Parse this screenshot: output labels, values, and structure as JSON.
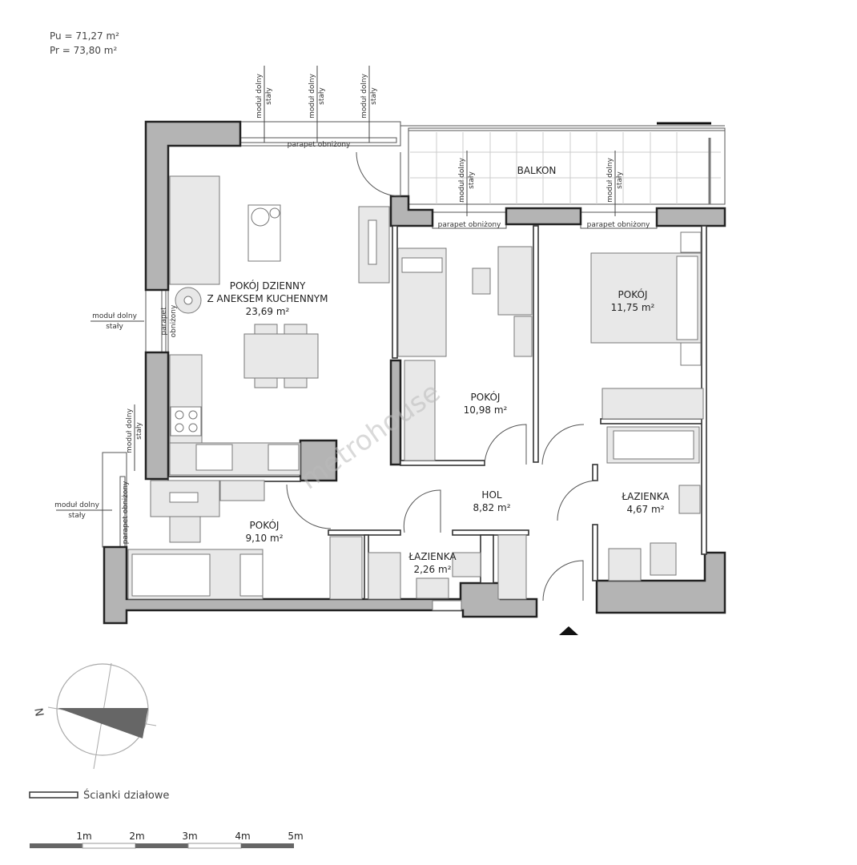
{
  "header": {
    "pu": "Pu = 71,27 m²",
    "pr": "Pr = 73,80 m²"
  },
  "rooms": {
    "living": {
      "name1": "POKÓJ DZIENNY",
      "name2": "Z ANEKSEM KUCHENNYM",
      "area": "23,69 m²"
    },
    "balcony": {
      "name": "BALKON"
    },
    "room_mid": {
      "name": "POKÓJ",
      "area": "10,98 m²"
    },
    "room_right": {
      "name": "POKÓJ",
      "area": "11,75 m²"
    },
    "room_left": {
      "name": "POKÓJ",
      "area": "9,10 m²"
    },
    "hall": {
      "name": "HOL",
      "area": "8,82 m²"
    },
    "bath_small": {
      "name": "ŁAZIENKA",
      "area": "2,26 m²"
    },
    "bath_large": {
      "name": "ŁAZIENKA",
      "area": "4,67 m²"
    }
  },
  "annotations": {
    "module_a": "moduł dolny",
    "module_b": "stały",
    "parapet": "parapet obniżony",
    "parapet_a": "parapet",
    "parapet_b": "obniżony"
  },
  "watermark": "metrohouse",
  "compass": {
    "north": "N"
  },
  "legend": {
    "partition_walls": "Ścianki działowe"
  },
  "scale": {
    "labels": [
      "1m",
      "2m",
      "3m",
      "4m",
      "5m"
    ]
  },
  "colors": {
    "wall": "#b4b4b4",
    "outline": "#222222"
  }
}
